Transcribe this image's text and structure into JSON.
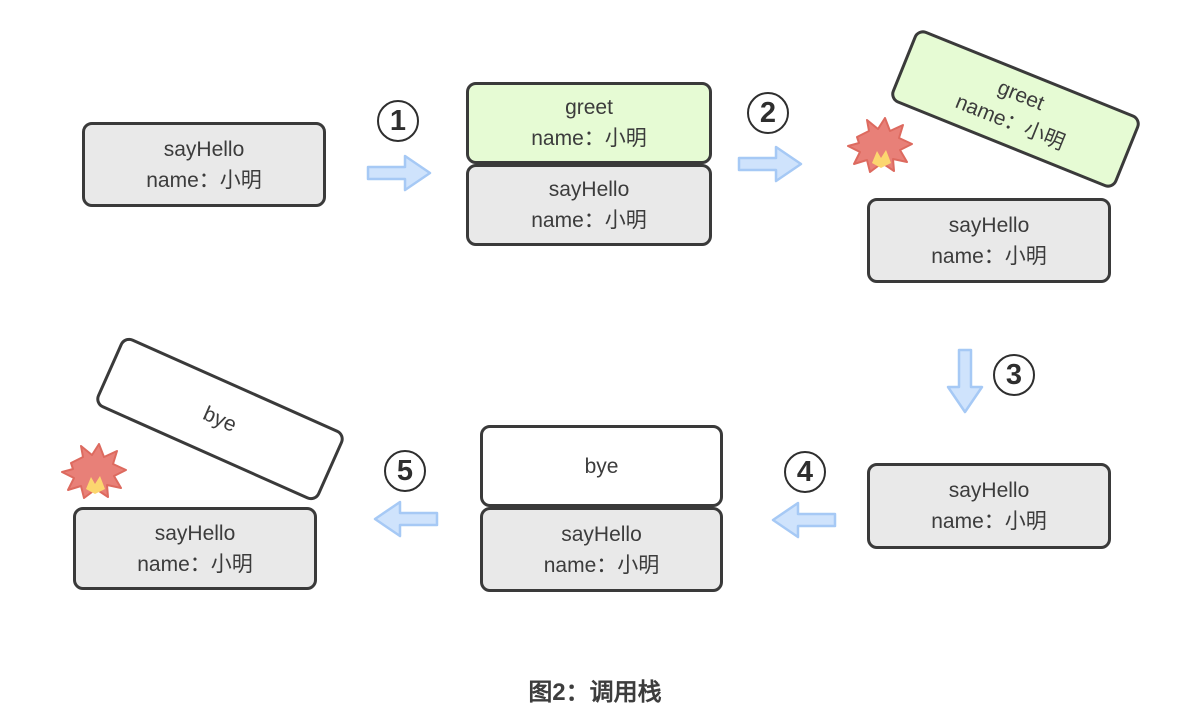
{
  "caption": "图2：调用栈",
  "steps": {
    "n1": "1",
    "n2": "2",
    "n3": "3",
    "n4": "4",
    "n5": "5"
  },
  "scenes": {
    "s1": {
      "sayhello": {
        "title": "sayHello",
        "arg": "name：小明"
      }
    },
    "s2": {
      "greet": {
        "title": "greet",
        "arg": "name：小明"
      },
      "sayhello": {
        "title": "sayHello",
        "arg": "name：小明"
      }
    },
    "s3": {
      "greet": {
        "title": "greet",
        "arg": "name：小明"
      },
      "sayhello": {
        "title": "sayHello",
        "arg": "name：小明"
      }
    },
    "s4": {
      "sayhello": {
        "title": "sayHello",
        "arg": "name：小明"
      }
    },
    "s5": {
      "bye": {
        "title": "bye"
      },
      "sayhello": {
        "title": "sayHello",
        "arg": "name：小明"
      }
    },
    "s6": {
      "bye": {
        "title": "bye"
      },
      "sayhello": {
        "title": "sayHello",
        "arg": "name：小明"
      }
    }
  },
  "icons": {
    "collision": "💥",
    "arrow_right": "→",
    "arrow_down": "↓",
    "arrow_left": "←"
  },
  "colors": {
    "frame_border": "#3a3a3a",
    "frame_gray_fill": "#e9e9e9",
    "frame_green_fill": "#e6fbd4",
    "frame_white_fill": "#ffffff",
    "arrow_fill": "#cfe3fc",
    "arrow_stroke": "#a6c9f5",
    "explosion_red": "#e88078",
    "explosion_outline": "#dd6a5f",
    "explosion_yellow": "#fcd66f",
    "text": "#3c3c3c"
  }
}
